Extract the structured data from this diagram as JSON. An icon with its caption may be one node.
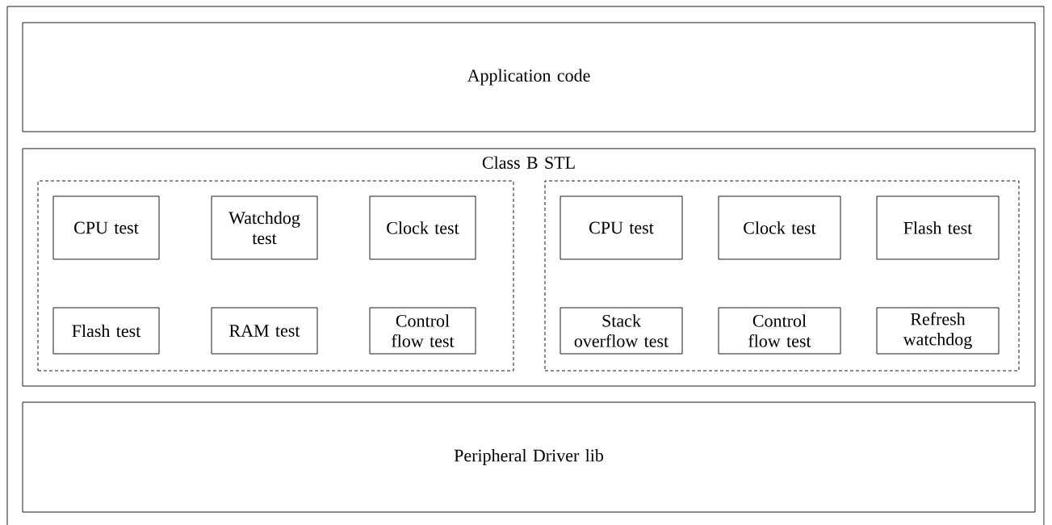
{
  "diagram": {
    "nodes": [
      {
        "text": [
          "Application code"
        ]
      },
      {
        "text": [
          "Class B STL"
        ]
      },
      {
        "text": [],
        "shape": "box",
        "in": 1
      },
      {
        "text": [
          "CPU test"
        ],
        "in": 2
      },
      {
        "text": [
          "Watchdog test"
        ],
        "in": 2
      },
      {
        "text": [
          "Clock test"
        ],
        "in": 2
      },
      {
        "text": [
          "Flash test"
        ],
        "in": 2
      },
      {
        "text": [
          "RAM test"
        ],
        "in": 2
      },
      {
        "text": [
          "Control flow test"
        ],
        "in": 2
      },
      {
        "text": [],
        "shape": "box",
        "in": 1
      },
      {
        "text": [
          "CPU test"
        ],
        "in": 9
      },
      {
        "text": [
          "Clock test"
        ],
        "in": 9
      },
      {
        "text": [
          "Flash test"
        ],
        "in": 9
      },
      {
        "text": [
          "Stack overflow test"
        ],
        "in": 9
      },
      {
        "text": [
          "Control flow test"
        ],
        "in": 9
      },
      {
        "text": [
          "Refresh watchdog"
        ],
        "in": 9
      },
      {
        "text": [
          "Peripheral Driver lib"
        ]
      }
    ]
  }
}
